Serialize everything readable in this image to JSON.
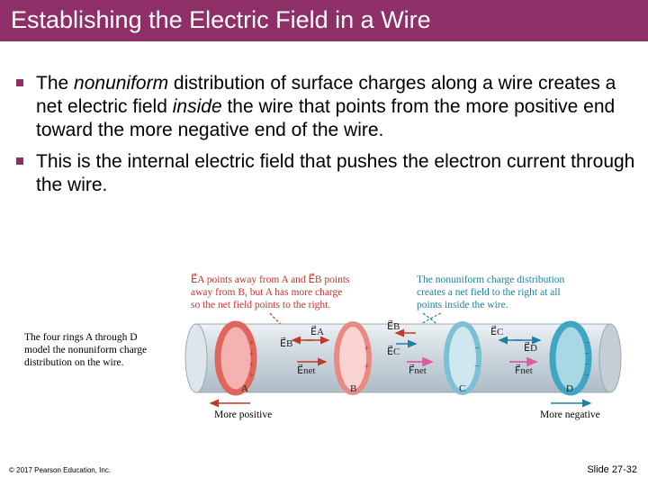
{
  "slide": {
    "title": "Establishing the Electric Field in a Wire",
    "bullets": [
      {
        "pre": "The ",
        "em": "nonuniform",
        "mid": " distribution of surface charges along a wire creates a net electric field ",
        "em2": "inside",
        "post": " the wire that points from the more positive end toward the more negative end of the wire."
      },
      {
        "text": "This is the internal electric field that pushes the electron current through the wire."
      }
    ]
  },
  "figure": {
    "left_caption": [
      "The four rings A through D",
      "model the nonuniform charge",
      "distribution on the wire."
    ],
    "top_left_caption": [
      "E⃗A points away from A and E⃗B points",
      "away from B, but A has more charge",
      "so the net field points to the right."
    ],
    "top_right_caption": [
      "The nonuniform charge distribution",
      "creates a net field to the right at all",
      "points inside the wire."
    ],
    "ring_labels": [
      "A",
      "B",
      "C",
      "D"
    ],
    "field_labels": {
      "eb": "E⃗B",
      "ea": "E⃗A",
      "enet1": "E⃗net",
      "eb2": "E⃗B",
      "ec1": "E⃗C",
      "fnet1": "F⃗net",
      "ec2": "E⃗C",
      "ed": "E⃗D",
      "fnet2": "F⃗net"
    },
    "more_positive": "More positive",
    "more_negative": "More negative",
    "colors": {
      "red": "#c0392b",
      "blue": "#1e7fa8",
      "pink": "#e05aa0"
    }
  },
  "footer": {
    "copyright": "© 2017 Pearson Education, Inc.",
    "slide_number": "Slide 27-32"
  }
}
